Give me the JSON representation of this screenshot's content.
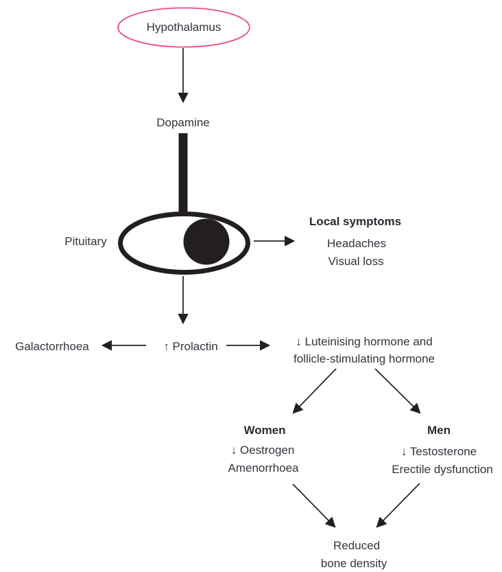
{
  "title": "Hypothalamic-pituitary prolactinoma flow diagram",
  "colors": {
    "ink_text": "#31343b",
    "line_black": "#231f20",
    "hypothalamus_outline_pink": "#ed4a7c",
    "background": "#ffffff"
  },
  "icons": {
    "up_arrow": "↑",
    "down_arrow": "↓"
  },
  "nodes": {
    "hypothalamus": {
      "label": "Hypothalamus"
    },
    "dopamine": {
      "label": "Dopamine"
    },
    "pituitary": {
      "label": "Pituitary"
    },
    "local_symptoms": {
      "title": "Local symptoms",
      "items": [
        "Headaches",
        "Visual loss"
      ]
    },
    "prolactin": {
      "label": "Prolactin",
      "direction": "increased"
    },
    "galactorrhoea": {
      "label": "Galactorrhoea"
    },
    "lh_fsh": {
      "direction": "decreased",
      "line1": "Luteinising hormone and",
      "line2": "follicle-stimulating hormone"
    },
    "women": {
      "title": "Women",
      "line1": "Oestrogen",
      "line1_direction": "decreased",
      "line2": "Amenorrhoea"
    },
    "men": {
      "title": "Men",
      "line1": "Testosterone",
      "line1_direction": "decreased",
      "line2": "Erectile dysfunction"
    },
    "reduced_bone_density": {
      "line1": "Reduced",
      "line2": "bone density"
    }
  }
}
